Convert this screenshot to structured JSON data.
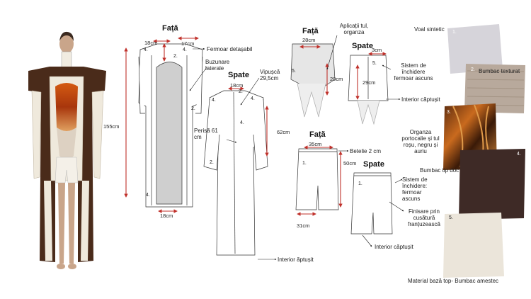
{
  "front_heading": "Față",
  "back_heading": "Spate",
  "dress": {
    "front_title": "Față",
    "back_title": "Spate",
    "dim_18cm_top": "18cm",
    "dim_17cm": "17cm",
    "dim_155cm": "155cm",
    "dim_18cm_back": "18cm",
    "dim_18cm_bottom": "18cm",
    "dim_62cm": "62cm",
    "label_zipper": "Fermoar detașabil",
    "label_pockets": "Buzunare laterale",
    "label_piping": "Vipușcă 29,5cm",
    "label_loop": "Perisă 61 cm",
    "label_lining": "Interior ăptușit"
  },
  "top": {
    "front_title": "Față",
    "back_title": "Spate",
    "dim_28cm": "28cm",
    "dim_20cm": "20cm",
    "dim_3cm": "3cm",
    "dim_29cm": "29cm",
    "label_tulle": "Aplicații tul, organza",
    "label_closure": "Sistem de închidere fermoar ascuns",
    "label_lining": "Interior căptușit"
  },
  "shorts": {
    "front_title": "Față",
    "back_title": "Spate",
    "dim_35cm": "35cm",
    "dim_50cm": "50cm",
    "dim_31cm": "31cm",
    "label_waistband": "Betelie 2 cm",
    "label_closure": "Sistem de închidere: fermoar ascuns",
    "label_finish": "Finisare prin cusătură franțuzească",
    "label_lining": "Interior căptușit"
  },
  "numbers": [
    "1.",
    "2.",
    "3.",
    "4.",
    "5."
  ],
  "swatches": [
    {
      "num": "1.",
      "label": "Voal sintetic",
      "color": "#d6d4da"
    },
    {
      "num": "2.",
      "label": "Bumbac texturat",
      "color": "#b8a99c"
    },
    {
      "num": "3.",
      "label": "Organza portocalie și tul roșu, negru și auriu",
      "color": "#8a4a1a"
    },
    {
      "num": "4.",
      "label": "Bumbac tip doc",
      "color": "#3e2a26"
    },
    {
      "num": "5.",
      "label": "Material bază top- Bumbac amestec",
      "color": "#ebe5da"
    }
  ],
  "colors": {
    "dim_red": "#c0312b",
    "dress_brown": "#4a2b1a",
    "cream": "#efe9dc"
  }
}
